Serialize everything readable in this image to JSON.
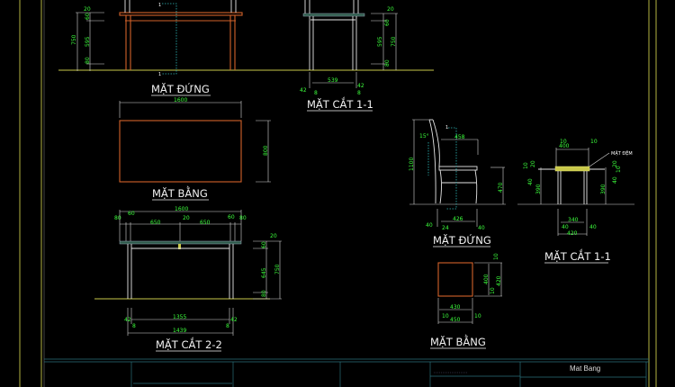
{
  "table": {
    "elevation": {
      "title": "MẶT ĐỨNG",
      "section_mark": "1",
      "dims_left": [
        "20",
        "60",
        "595",
        "80",
        "750"
      ]
    },
    "section_1_1": {
      "title": "MẶT CẮT 1-1",
      "dims_right": [
        "20",
        "60",
        "595",
        "80",
        "750"
      ],
      "dims_bottom": [
        "539",
        "42",
        "8",
        "42",
        "8"
      ]
    },
    "plan": {
      "title": "MẶT BẰNG",
      "width": "1600",
      "depth": "800"
    },
    "section_2_2": {
      "title": "MẶT CẮT 2-2",
      "dims_top": [
        "1600",
        "80",
        "60",
        "650",
        "20",
        "650",
        "60",
        "80"
      ],
      "dims_right": [
        "20",
        "60",
        "645",
        "80",
        "750"
      ],
      "dims_bottom": [
        "1355",
        "1439",
        "42",
        "8",
        "42",
        "8"
      ]
    }
  },
  "chair": {
    "elevation": {
      "title": "MẶT ĐỨNG",
      "section_mark": "1",
      "dims": [
        "1100",
        "15°",
        "458",
        "470",
        "40",
        "24",
        "426",
        "40"
      ]
    },
    "section_1_1": {
      "title": "MẶT CẮT 1-1",
      "cushion_label": "MẶT ĐỆM",
      "dims_top": [
        "10",
        "400",
        "10"
      ],
      "dims_left": [
        "10",
        "20",
        "40",
        "390"
      ],
      "dims_right": [
        "20",
        "10",
        "40",
        "390"
      ],
      "dims_bottom": [
        "340",
        "40",
        "420",
        "40"
      ]
    },
    "plan": {
      "title": "MẶT BẰNG",
      "dims": [
        "10",
        "400",
        "10",
        "420",
        "430",
        "10",
        "450",
        "10"
      ]
    }
  },
  "title_block": {
    "drawing_name": "Mat Bang"
  },
  "colors": {
    "background": "#000000",
    "dimension_text": "#3cff3c",
    "outline": "#d2622a",
    "border": "#c8c84a",
    "title_block": "#2a6f7a"
  }
}
